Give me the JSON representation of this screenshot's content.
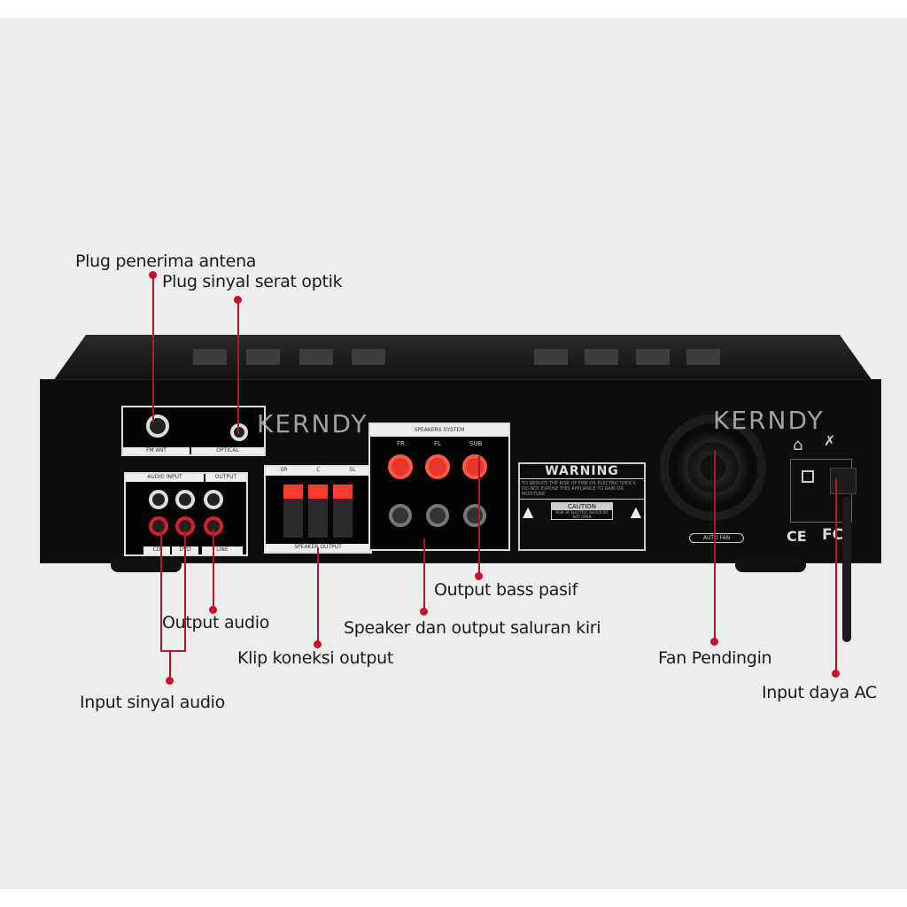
{
  "brand": "KERNDY",
  "accent_color": "#c8102e",
  "labels": {
    "antenna": "Plug penerima antena",
    "optical": "Plug sinyal serat optik",
    "audio_output": "Output audio",
    "audio_input": "Input sinyal audio",
    "clip_output": "Klip koneksi output",
    "speaker_left": "Speaker dan output saluran kiri",
    "bass": "Output bass pasif",
    "fan": "Fan Pendingin",
    "ac_input": "Input daya AC"
  },
  "panel": {
    "fm_ant": "FM ANT",
    "optical": "OPTICAL",
    "audio_input": "AUDIO INPUT",
    "output": "OUTPUT",
    "cd": "CD",
    "dvd": "DVD",
    "line": "LINE",
    "clip_channels": [
      "SR",
      "C",
      "SL"
    ],
    "speaker_output": "SPEAKER OUTPUT",
    "speakers_system": "SPEAKERS SYSTEM",
    "speaker_channels": [
      "FR",
      "FL",
      "SUB"
    ],
    "warning_title": "WARNING",
    "warning_text": "TO REDUCE THE RISK OF FIRE OR ELECTRIC SHOCK DO NOT EXPOSE THIS APPLIANCE TO RAIN OR MOISTURE",
    "caution": "CAUTION",
    "caution_text": "RISK OF ELECTRIC SHOCK DO NOT OPEN",
    "auto_fan": "AUTO FAN",
    "ce": "CE",
    "fc": "FC"
  }
}
